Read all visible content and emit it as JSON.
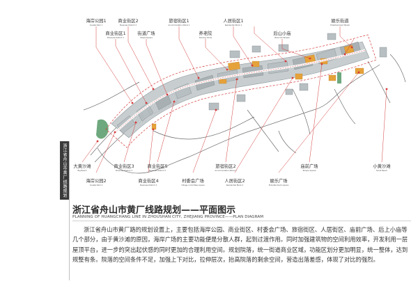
{
  "side_tab": "浙江省舟山市黄厂线路规划",
  "title": "浙江省舟山市黄厂线路规划——平面图示",
  "subtitle": "PLANNING OF HUANGCHANG LINE IN ZHOUSHAN CITY, ZHEJIANG PROVINCE——PLAN DIAGRAM",
  "description": "浙江省舟山市黄厂路的规划设置上，主要包括海岸公园、商业街区、村委会广场、旅宿街区、人居街区、庙前广场、后上小庙等几个部分，由于黄沙滩的原因，海岸广场的主要功能便是分散人群，起到过渡作用。同时加强建筑物的空间利用效率，开发利用一层屋顶平台，进一步的突出起伏感的同时更加的合理利用空间。规划院落，统一街道商业区域，功能区划分更加明显，统一整体，达到规整有条。院落的空间条件不足，加强上下对比，拉伸层次，抬高院落的剩余空间，营造出落差感，体现了对比的强烈。",
  "labels": {
    "seaside_park": {
      "cn": "海岸公园1",
      "en": "Coastal Park 1"
    },
    "business_2": {
      "cn": "商业街区2",
      "en": "Business District 2"
    },
    "hostel_1": {
      "cn": "旅宿街区1",
      "en": "Accommodation Block 1"
    },
    "residence_1": {
      "cn": "人居街区1",
      "en": "Residential Block 1"
    },
    "ent_street": {
      "cn": "娱乐街道",
      "en": "Entertainment Street"
    },
    "business_1": {
      "cn": "商业街区1",
      "en": "Business District 1"
    },
    "street_square": {
      "cn": "街道广场",
      "en": "Street Square"
    },
    "elder_home": {
      "cn": "养老院",
      "en": "Nursing Home"
    },
    "back_temple": {
      "cn": "后山小庙",
      "en": "Back Hill Temple"
    },
    "big_beach": {
      "cn": "大黄沙滩",
      "en": "Big Beach"
    },
    "business_3": {
      "cn": "商业街区3",
      "en": "Business District 3"
    },
    "business_5": {
      "cn": "商业街区5",
      "en": "Business District 5"
    },
    "hostel_2": {
      "cn": "旅宿街区2",
      "en": "Accommodation Block 2"
    },
    "temple_square": {
      "cn": "庙前广场",
      "en": "Temple Square"
    },
    "small_beach": {
      "cn": "小黄沙滩",
      "en": "Small Beach"
    },
    "seaside_park_2": {
      "cn": "海岸公园2",
      "en": "Coastal Park 2"
    },
    "business_4": {
      "cn": "商业街区4",
      "en": "Business District 4"
    },
    "village_square": {
      "cn": "村委会广场",
      "en": "Village committee square"
    },
    "residence_2": {
      "cn": "人居街区2",
      "en": "Residential Block 2"
    },
    "ent_square": {
      "cn": "娱乐广场",
      "en": "Entertainment square"
    }
  },
  "colors": {
    "building": "#b8bfc2",
    "building_dark": "#8e989c",
    "highlight": "#e6a23a",
    "road": "#ffffff",
    "green": "#6ea87e",
    "plan_line": "#d43a3a",
    "leader": "#d43a3a",
    "text": "#333333"
  }
}
